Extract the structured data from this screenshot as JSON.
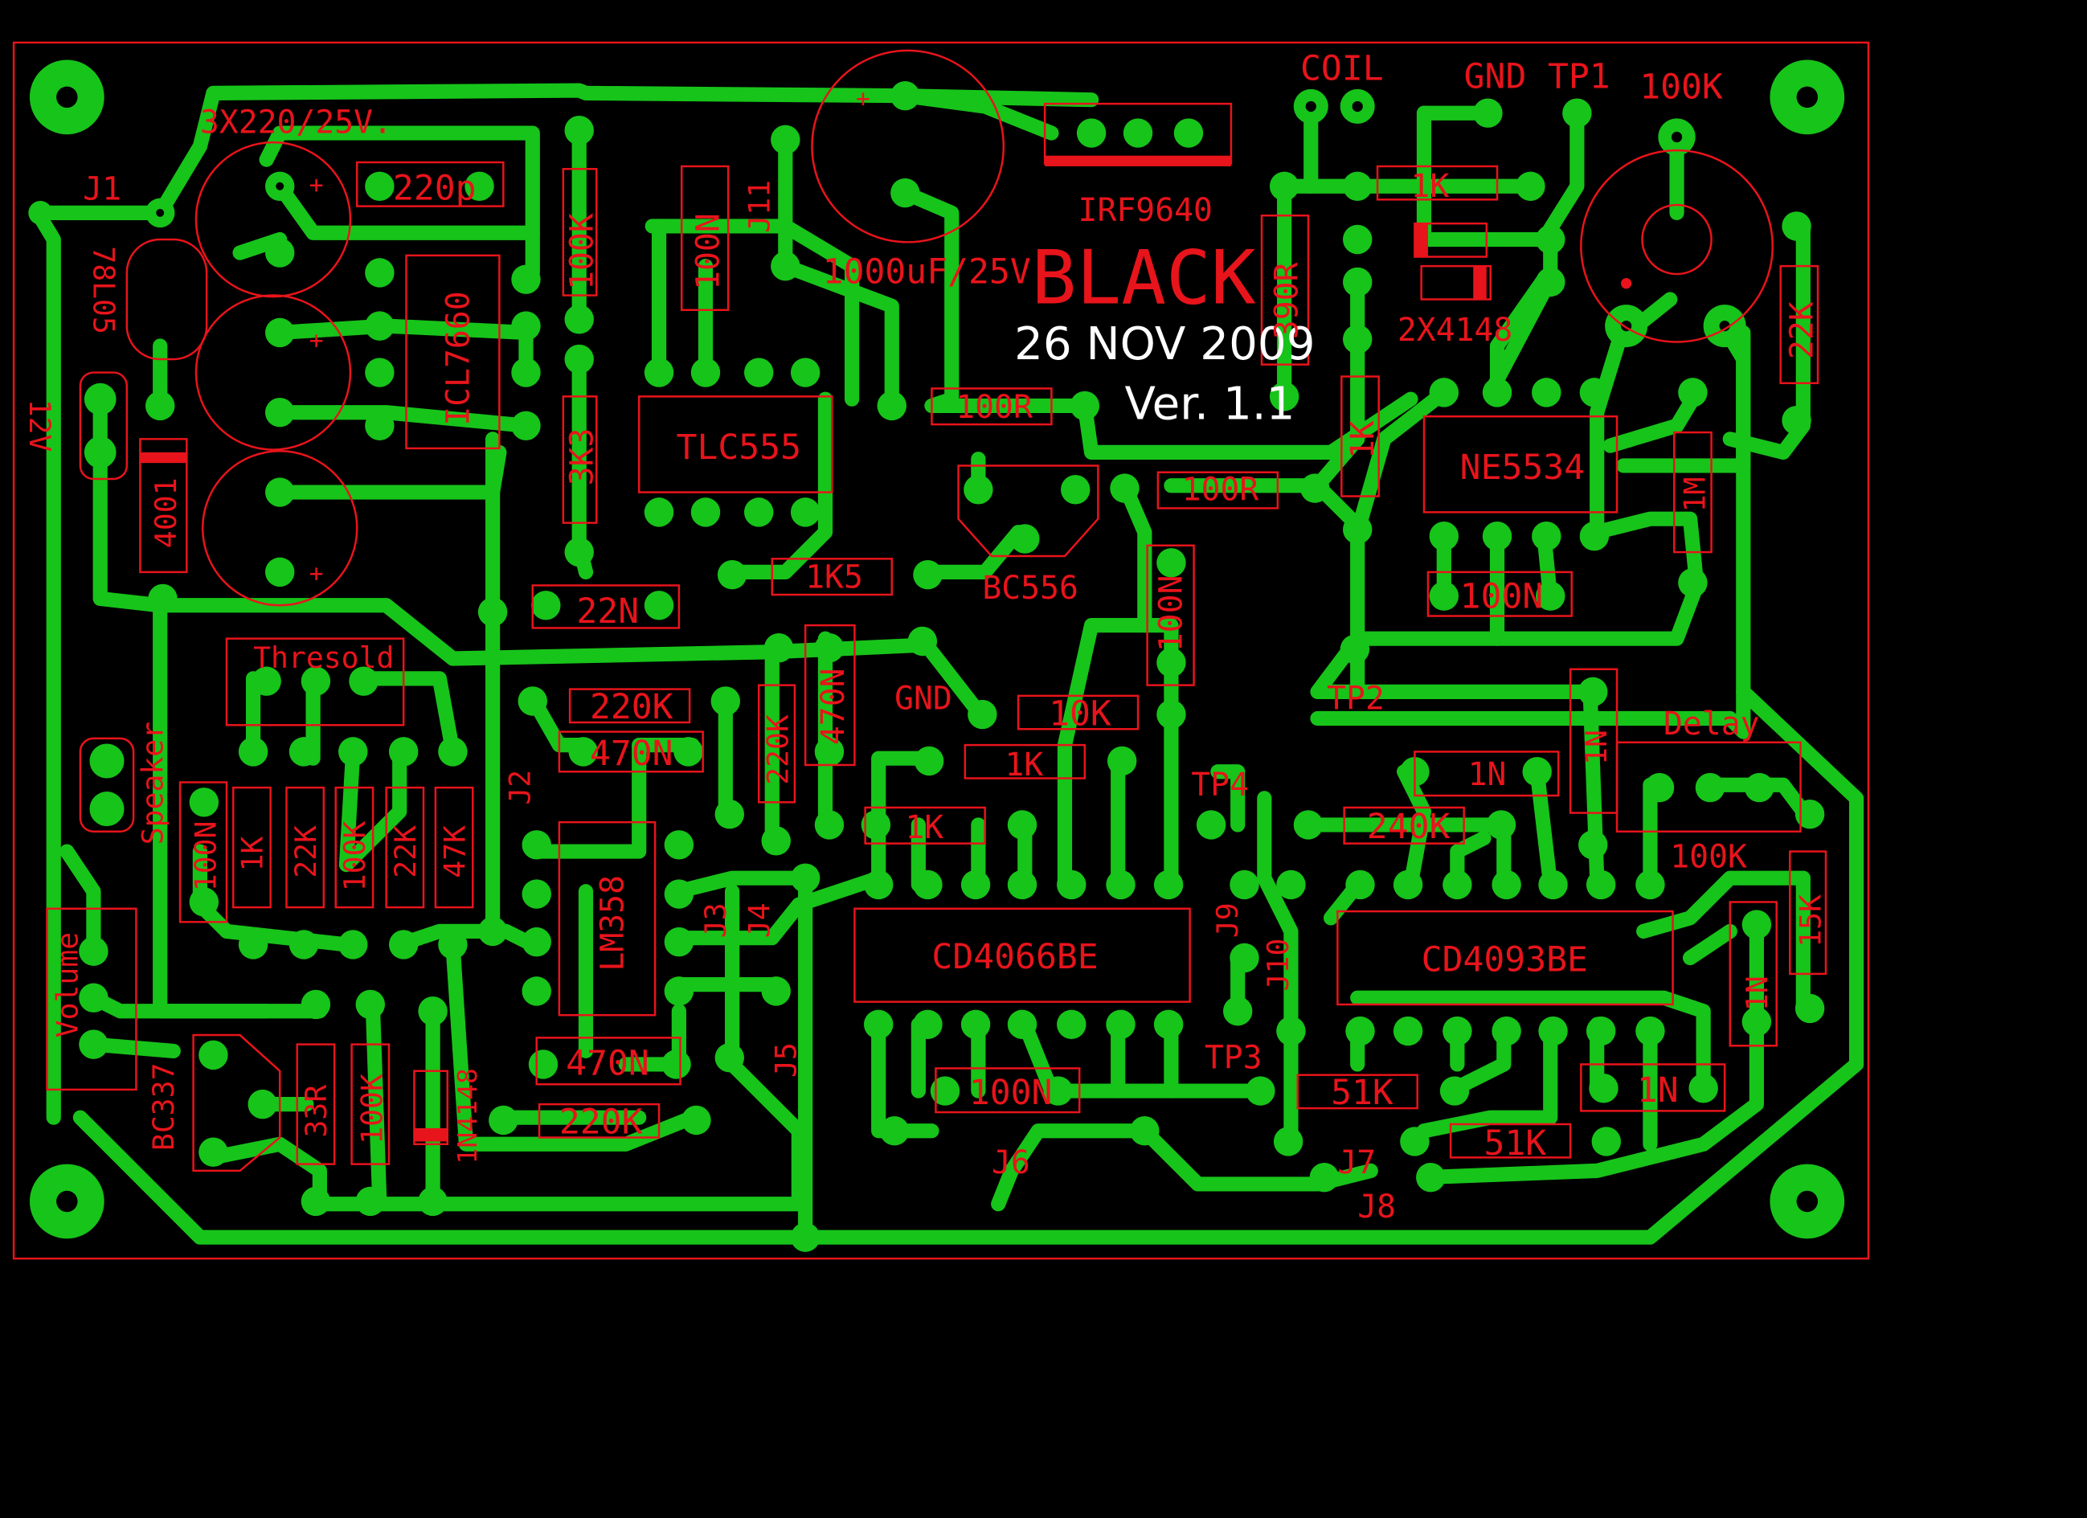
{
  "colors": {
    "background": "#000000",
    "copper": "#17c41a",
    "silkscreen": "#e8141b",
    "text_white": "#ffffff"
  },
  "board": {
    "title": "BLACK",
    "date": "26 NOV 2009",
    "version": "Ver. 1.1"
  },
  "connectors": {
    "coil": "COIL",
    "gnd": "GND",
    "tp1": "TP1",
    "tp2": "TP2",
    "tp3": "TP3",
    "tp4": "TP4",
    "gnd_mid": "GND",
    "j1": "J1",
    "j2": "J2",
    "j3": "J3",
    "j4": "J4",
    "j5": "J5",
    "j6": "J6",
    "j7": "J7",
    "j8": "J8",
    "j9": "J9",
    "j10": "J10",
    "j11": "J11",
    "speaker": "Speaker",
    "twelve_v": "12V"
  },
  "ics": {
    "icl7660": "ICL7660",
    "tlc555": "TLC555",
    "ne5534": "NE5534",
    "lm358": "LM358",
    "cd4066": "CD4066BE",
    "cd4093": "CD4093BE",
    "irf9640": "IRF9640",
    "bc556": "BC556",
    "bc337": "BC337",
    "reg7805": "78L05",
    "d4001": "4001",
    "d1n4148": "1N4148",
    "d2x4148": "2X4148"
  },
  "pots": {
    "threshold": "Thresold",
    "delay": "Delay",
    "volume": "Volume",
    "p100k": "100K"
  },
  "components": {
    "c3x220": "3X220/25V.",
    "c220p": "220p",
    "c1000u": "1000uF/25V.",
    "r100k_top": "100K",
    "c100n_top": "100N",
    "r3k3": "3K3",
    "c22n": "22N",
    "r100r_a": "100R",
    "r100r_b": "100R",
    "r1k5": "1K5",
    "r390r": "390R",
    "r1k_top": "1K",
    "r1k_vert": "1K",
    "r22k_right": "22K",
    "r1m": "1M",
    "c100n_ne": "100N",
    "c100n_mid": "100N",
    "r220k_a": "220K",
    "c470n_a": "470N",
    "r220k_vert": "220K",
    "c470n_vert": "470N",
    "r10k": "10K",
    "r1k_a": "1K",
    "r1k_b": "1K",
    "c1n_a": "1N",
    "c1n_b": "1N",
    "r240k": "240K",
    "r15k": "15K",
    "c1n_c": "1N",
    "c1n_d": "1N",
    "r51k_a": "51K",
    "r51k_b": "51K",
    "c100n_bot": "100N",
    "c470n_b": "470N",
    "r220k_b": "220K",
    "c100n_left": "100N",
    "r1k_left": "1K",
    "r22k_left": "22K",
    "r100k_left": "100K",
    "r22k_b": "22K",
    "r47k": "47K",
    "r33r": "33R",
    "r100k_bot": "100K"
  }
}
